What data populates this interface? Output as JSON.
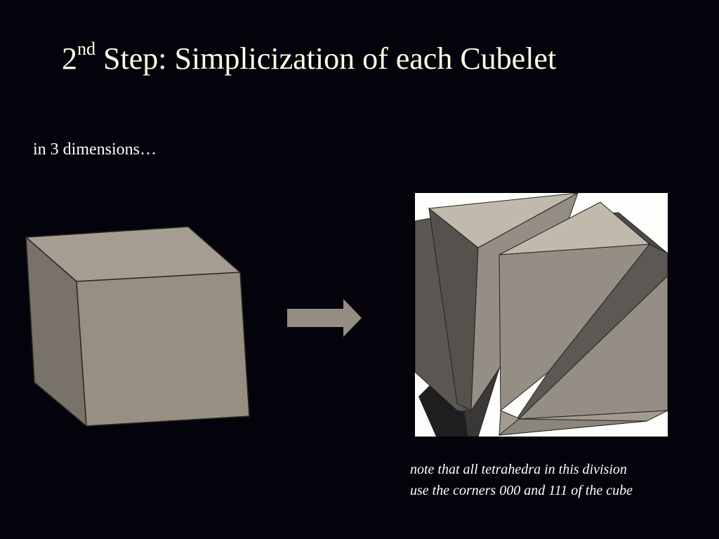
{
  "slide": {
    "title_number": "2",
    "title_suffix": "nd",
    "title_rest": " Step: Simplicization of each Cubelet",
    "subtitle": "in 3 dimensions…",
    "note_line1": "note that all tetrahedra in this division",
    "note_line2": "use the corners 000 and 111 of the cube"
  },
  "colors": {
    "background": "#04030b",
    "title_text": "#fffde8",
    "body_text": "#ffffff",
    "cube_top": "#a59d92",
    "cube_front": "#978f83",
    "cube_left": "#78726a",
    "arrow": "#958d82",
    "panel": "#fdfdfb"
  },
  "icons": {
    "cube": "solid-cube-illustration",
    "arrow": "right-arrow-icon",
    "tetrahedra": "tetrahedra-division-illustration"
  }
}
